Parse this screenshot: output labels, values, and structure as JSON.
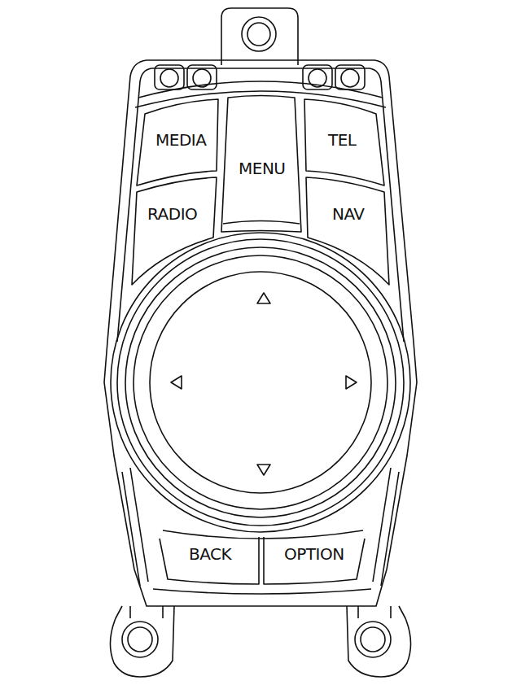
{
  "diagram": {
    "nodes": [
      {
        "text": [
          "MEDIA"
        ]
      },
      {
        "text": [
          "MENU"
        ]
      },
      {
        "text": [
          "TEL"
        ]
      },
      {
        "text": [
          "RADIO"
        ]
      },
      {
        "text": [
          "NAV"
        ]
      },
      {
        "text": [
          "BACK"
        ]
      },
      {
        "text": [
          "OPTION"
        ]
      }
    ]
  }
}
